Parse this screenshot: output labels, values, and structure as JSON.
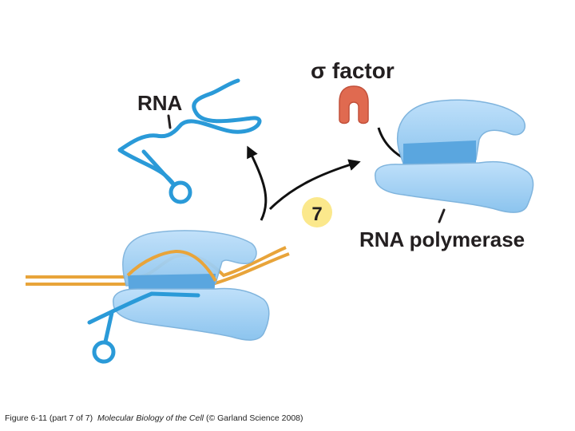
{
  "labels": {
    "rna": "RNA",
    "sigma_factor": "σ factor",
    "step_number": "7",
    "rna_polymerase": "RNA polymerase"
  },
  "caption": {
    "figure": "Figure 6-11 (part 7 of 7)",
    "book": "Molecular Biology of the Cell",
    "credit": "(© Garland Science 2008)"
  },
  "colors": {
    "rna": "#2a9ad8",
    "dna": "#e8a43a",
    "polymerase_light": "#a9d3f5",
    "polymerase_mid": "#7fbbe9",
    "polymerase_dark": "#4f9ed9",
    "sigma": "#e06a50",
    "step_badge": "#fbe88c",
    "arrow": "#111111"
  }
}
